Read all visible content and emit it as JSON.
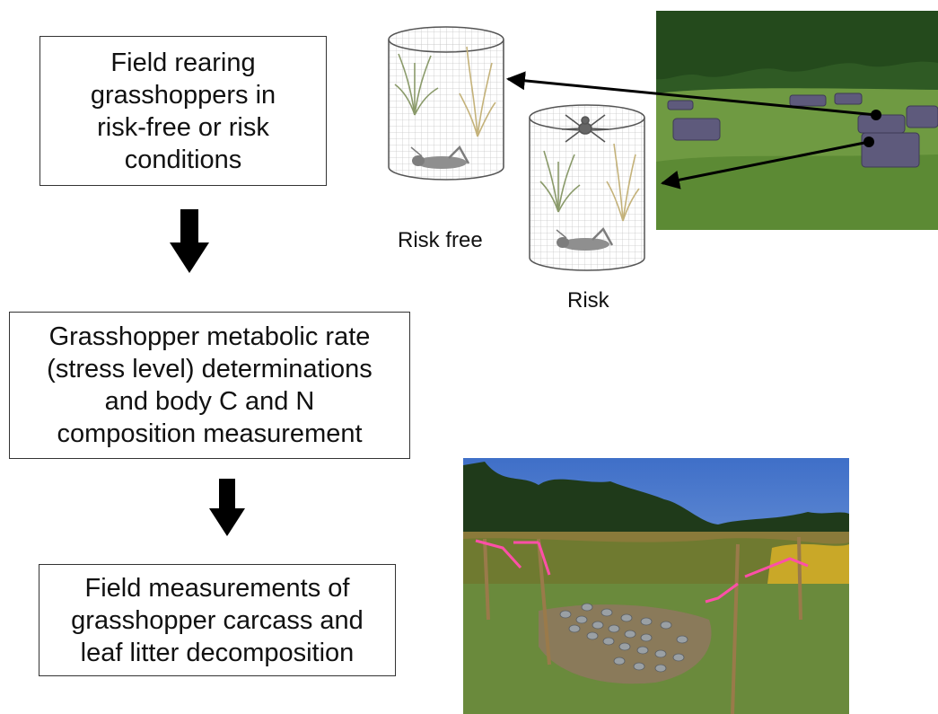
{
  "steps": {
    "step1": "Field rearing\ngrasshoppers in\nrisk-free or risk\nconditions",
    "step2": "Grasshopper metabolic rate\n(stress level) determinations\nand body C and N\ncomposition measurement",
    "step3": "Field measurements of\ngrasshopper carcass and\nleaf litter decomposition"
  },
  "cages": {
    "risk_free_label": "Risk free",
    "risk_label": "Risk"
  },
  "colors": {
    "box_border": "#333333",
    "arrow": "#000000",
    "cage_lid": "#7a6fa0",
    "flag_tape": "#ff4fa8"
  },
  "icons": [
    "down-arrow-icon",
    "grasshopper-icon",
    "spider-icon",
    "plant-icon"
  ]
}
